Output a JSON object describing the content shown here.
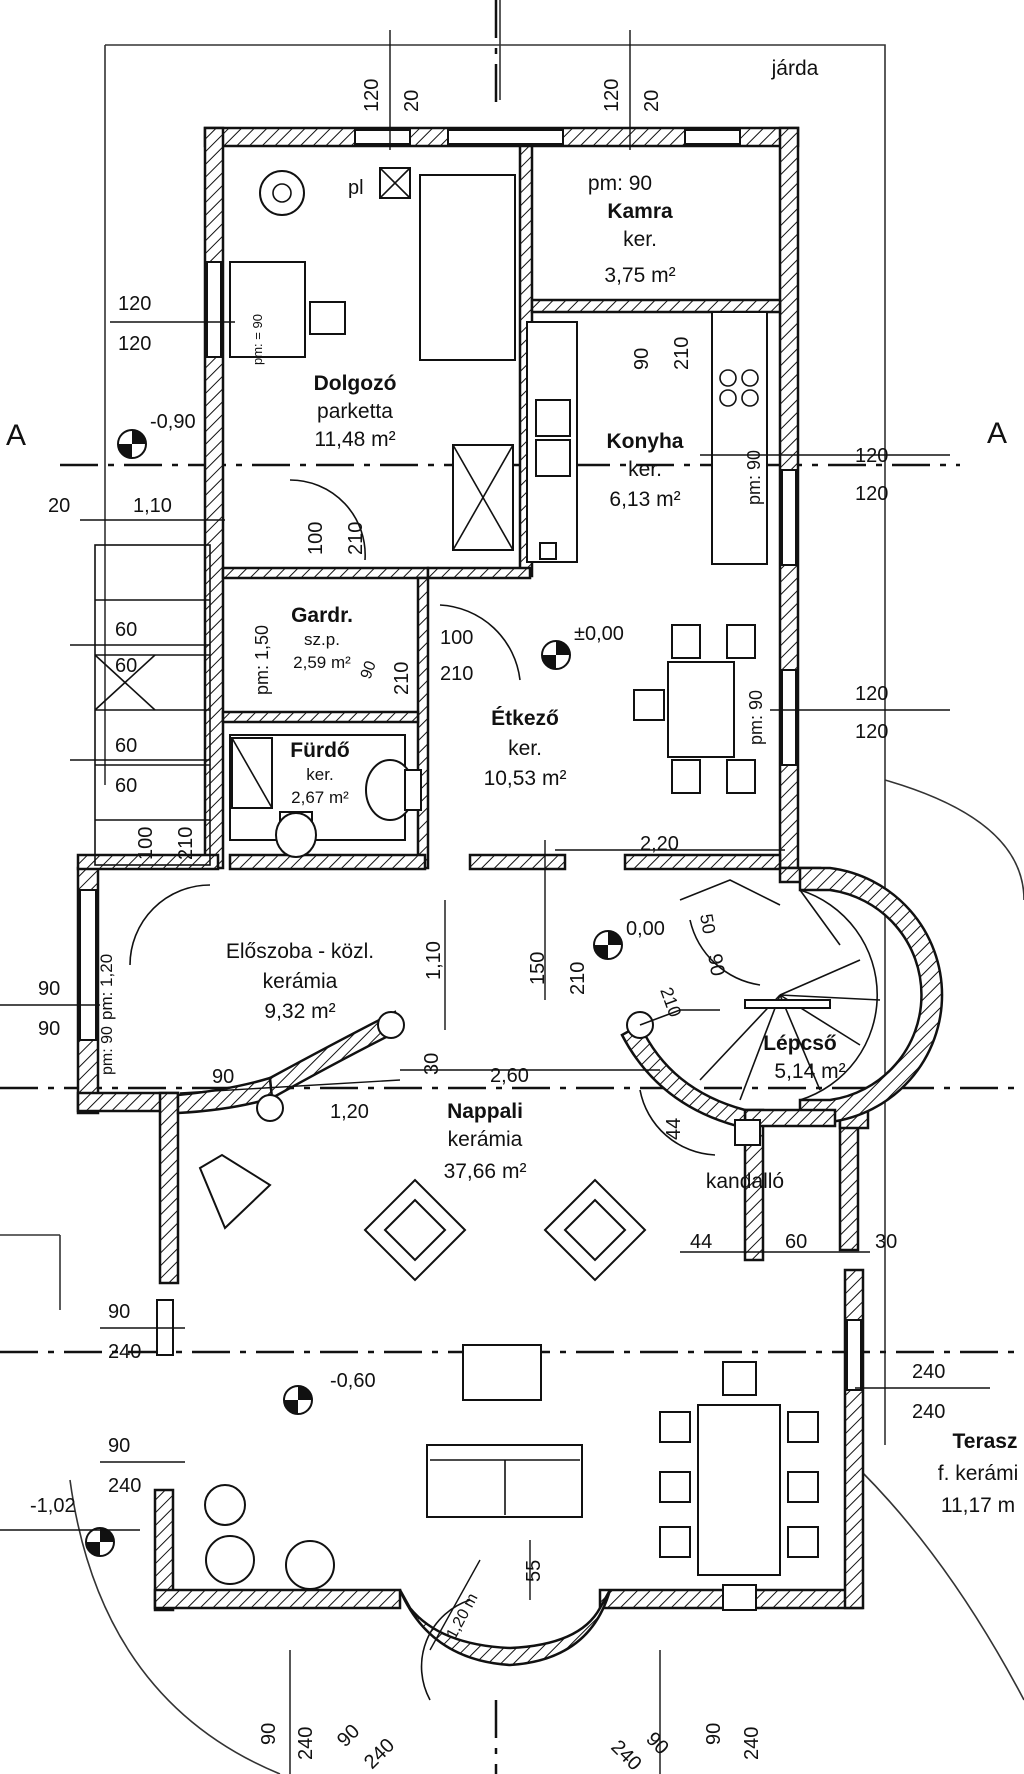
{
  "site": {
    "sidewalk": "járda"
  },
  "section_marks": {
    "left": "A",
    "right": "A"
  },
  "rooms": {
    "dolgozo": {
      "name": "Dolgozó",
      "floor": "parketta",
      "area": "11,48 m²"
    },
    "kamra": {
      "name": "Kamra",
      "floor": "ker.",
      "area": "3,75 m²",
      "sill": "pm: 90"
    },
    "konyha": {
      "name": "Konyha",
      "floor": "ker.",
      "area": "6,13 m²"
    },
    "gardr": {
      "name": "Gardr.",
      "floor": "sz.p.",
      "area": "2,59 m²"
    },
    "furdo": {
      "name": "Fürdő",
      "floor": "ker.",
      "area": "2,67 m²"
    },
    "etkezo": {
      "name": "Étkező",
      "floor": "ker.",
      "area": "10,53 m²"
    },
    "eloszoba": {
      "name": "Előszoba - közl.",
      "floor": "kerámia",
      "area": "9,32 m²"
    },
    "lepcso": {
      "name": "Lépcső",
      "area": "5,14 m²"
    },
    "nappali": {
      "name": "Nappali",
      "floor": "kerámia",
      "area": "37,66 m²"
    },
    "terasz": {
      "name": "Terasz",
      "floor": "f. kerámi",
      "area": "11,17 m"
    }
  },
  "labels": {
    "pl": "pl",
    "kandallo": "kandalló",
    "pm90_konyha": "pm: 90",
    "pm90_etkezo": "pm: 90",
    "pm150_gardr": "pm: 1,50",
    "pm120_elosz": "pm: 1,20",
    "pm90_elosz": "pm: 90",
    "pm90_dolgozo": "pm: = 90",
    "stair_width": "1,20 m",
    "rad_50": "50"
  },
  "levels": {
    "top_left": "-0,90",
    "etkezo": "±0,00",
    "eloszoba": "0,00",
    "nappali": "-0,60",
    "outside": "-1,02"
  },
  "dimensions": {
    "d120a": "120",
    "d120b": "120",
    "d20a": "20",
    "d20b": "20",
    "d120c": "120",
    "d120d": "120",
    "d20c": "20",
    "d20d": "20",
    "w120l1": "120",
    "w120l2": "120",
    "w120r1": "120",
    "w120r2": "120",
    "w120r3": "120",
    "w120r4": "120",
    "d20l": "20",
    "d110": "1,10",
    "s60a": "60",
    "s60b": "60",
    "s60c": "60",
    "s60d": "60",
    "konyha90": "90",
    "konyha210": "210",
    "dolg100": "100",
    "dolg210": "210",
    "etk100": "100",
    "etk210": "210",
    "gardr210": "210",
    "gardr90": "90",
    "st100": "100",
    "st210": "210",
    "d220": "2,20",
    "hall110": "1,10",
    "hall150": "150",
    "hall210": "210",
    "lep210": "210",
    "lep90": "90",
    "w90l1": "90",
    "w90l2": "90",
    "d90h": "90",
    "d120h": "1,20",
    "d30": "30",
    "d260": "2,60",
    "d44v": "44",
    "d44h": "44",
    "d60": "60",
    "d30b": "30",
    "n90a": "90",
    "n240a": "240",
    "n90b": "90",
    "n240b": "240",
    "r240a": "240",
    "r240b": "240",
    "b90a": "90",
    "b240a": "240",
    "b90b": "90",
    "b240b": "240",
    "b240c": "240",
    "b90c": "90",
    "b90d": "90",
    "b240d": "240",
    "bay55": "55"
  }
}
